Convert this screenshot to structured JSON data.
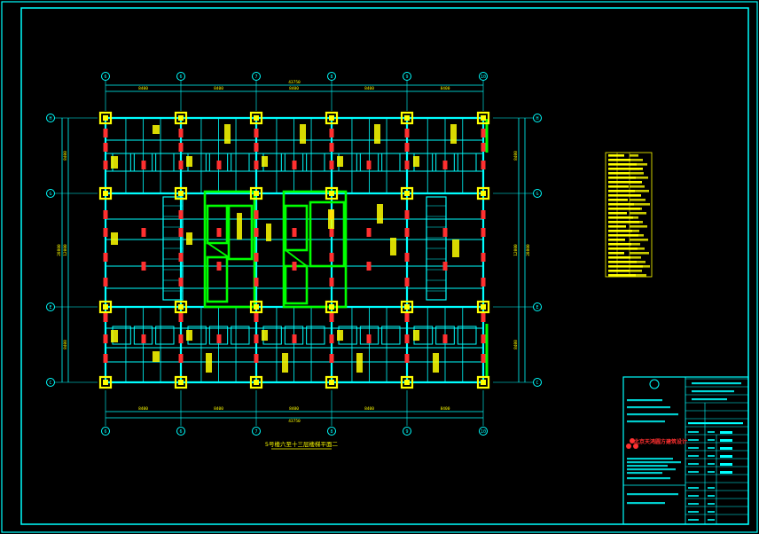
{
  "drawing": {
    "plan_title": "5号楼六至十三层楼梯平面二",
    "grid_top": [
      "6",
      "6",
      "7",
      "8",
      "9",
      "10"
    ],
    "grid_left": [
      "H",
      "G",
      "E",
      "C"
    ],
    "grid_right": [
      "H",
      "G",
      "E",
      "C"
    ],
    "dim_top_total": "43750",
    "dim_top": [
      "8400",
      "8400",
      "8400",
      "8400",
      "8400"
    ],
    "dim_bottom": [
      "8400",
      "8400",
      "8400",
      "8400",
      "8400"
    ],
    "dim_bottom_total": "43750",
    "dim_left": [
      "8400",
      "12000",
      "8400"
    ],
    "dim_left_total": "28800",
    "dim_right": [
      "8400",
      "12000",
      "8400"
    ],
    "dim_right_total": "28800"
  },
  "title_block": {
    "company": "北京天鸿圆方建筑设计"
  },
  "colors": {
    "frame": "#00ffff",
    "beam": "#00ffff",
    "column": "#ffff00",
    "wall": "#00ff00",
    "rebar": "#ff3030",
    "text": "#ffff00",
    "bg": "#000000"
  }
}
